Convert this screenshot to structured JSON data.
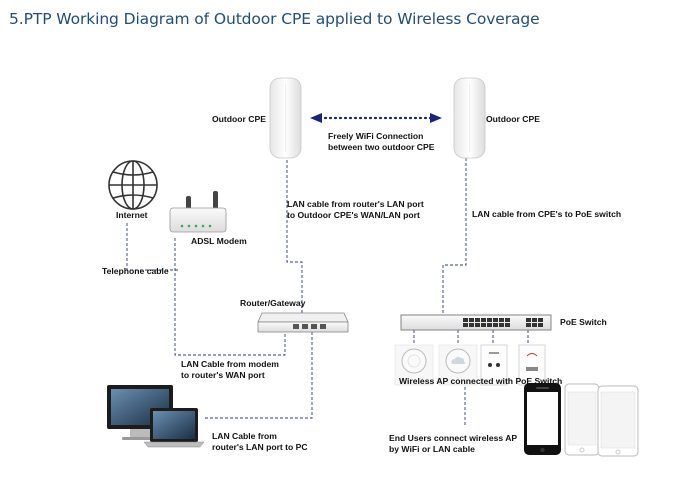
{
  "title": "5.PTP Working Diagram of Outdoor CPE applied to Wireless Coverage",
  "labels": {
    "cpe_left": "Outdoor CPE",
    "cpe_right": "Outdoor CPE",
    "wifi_link_line1": "Freely WiFi Connection",
    "wifi_link_line2": "between two outdoor CPE",
    "lan_router_cpe_line1": "LAN cable from router's LAN port",
    "lan_router_cpe_line2": "to Outdoor CPE's WAN/LAN port",
    "lan_cpe_poe": "LAN cable from CPE's to PoE switch",
    "internet": "Internet",
    "adsl_modem": "ADSL Modem",
    "telephone_cable": "Telephone cable",
    "router_gateway": "Router/Gateway",
    "poe_switch": "PoE Switch",
    "lan_modem_wan_line1": "LAN Cable from modem",
    "lan_modem_wan_line2": "to router's WAN port",
    "wireless_ap": "Wireless AP connected with PoE Switch",
    "lan_router_pc_line1": "LAN Cable from",
    "lan_router_pc_line2": "router's LAN port to PC",
    "end_users_line1": "End Users connect wireless AP",
    "end_users_line2": "by WiFi or LAN cable"
  },
  "colors": {
    "title": "#1f4e79",
    "wifi_link": "#1a237e",
    "cable": "#2c3e7a"
  }
}
